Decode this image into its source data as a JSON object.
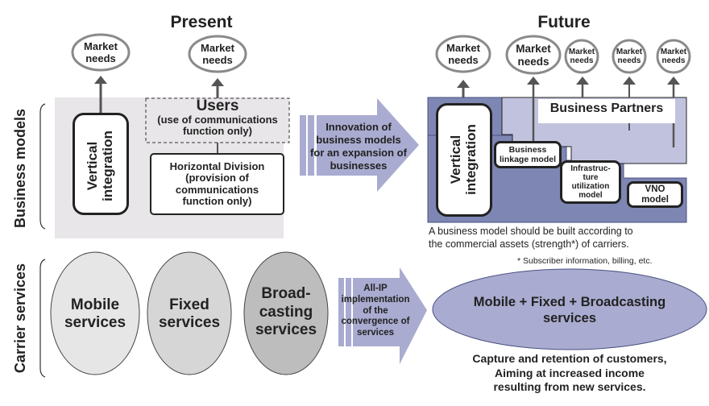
{
  "headings": {
    "present": "Present",
    "future": "Future"
  },
  "row_labels": {
    "business_models": "Business models",
    "carrier_services": "Carrier services"
  },
  "market_needs": {
    "line1": "Market",
    "line2": "needs"
  },
  "present": {
    "vertical_integration": [
      "Vertical",
      "integration"
    ],
    "users": {
      "title": "Users",
      "subtitle": [
        "(use of communications",
        "function only)"
      ]
    },
    "horizontal_division": [
      "Horizontal Division",
      "(provision of",
      "communications",
      "function only)"
    ],
    "services": [
      {
        "label": [
          "Mobile",
          "services"
        ],
        "color": "#e6e6e6"
      },
      {
        "label": [
          "Fixed",
          "services"
        ],
        "color": "#d6d6d6"
      },
      {
        "label": [
          "Broad-",
          "casting",
          "services"
        ],
        "color": "#bdbdbd"
      }
    ]
  },
  "arrows": {
    "innovation": [
      "Innovation of",
      "business models",
      "for an expansion of",
      "businesses"
    ],
    "allip": [
      "All-IP",
      "implementation",
      "of the",
      "convergence of",
      "services"
    ]
  },
  "future": {
    "vertical_integration": [
      "Vertical",
      "integration"
    ],
    "business_partners": "Business Partners",
    "business_linkage": [
      "Business",
      "linkage model"
    ],
    "infrastructure": [
      "Infrastruc-",
      "ture",
      "utilization",
      "model"
    ],
    "vno": [
      "VNO",
      "model"
    ],
    "note": [
      "A business model should be built according to",
      "the commercial assets (strength*) of carriers."
    ],
    "footnote": "* Subscriber information, billing, etc.",
    "converged": [
      "Mobile + Fixed + Broadcasting",
      "services"
    ],
    "outcome": [
      "Capture and retention of customers,",
      "Aiming at increased income",
      "resulting from new services."
    ]
  },
  "colors": {
    "arrow_fill": "#a9abd0",
    "future_dark": "#7e86b4",
    "future_light": "#c1c3de",
    "present_bg": "#e8e6e8",
    "ellipse_future": "#a9abd0",
    "market_ring": "#8a8a8a"
  }
}
